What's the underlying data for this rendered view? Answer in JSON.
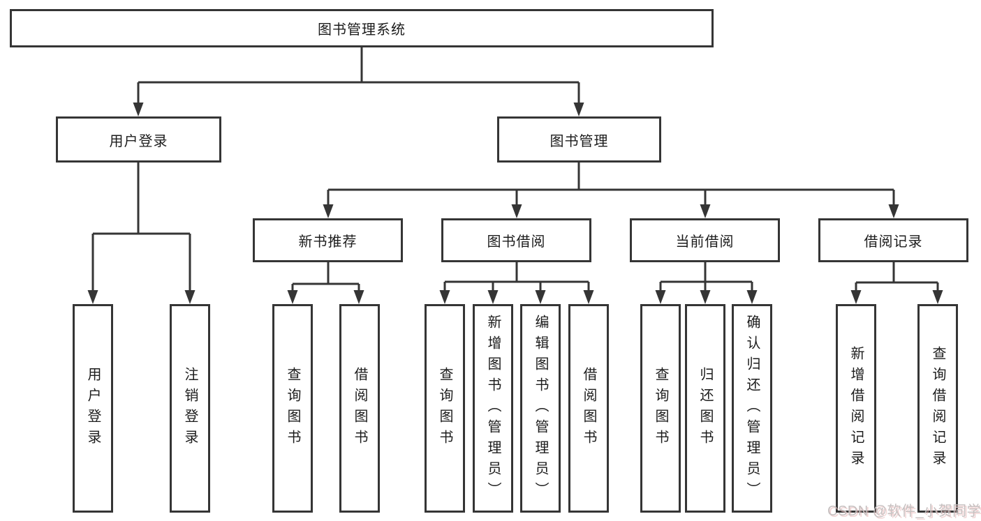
{
  "diagram": {
    "type": "hierarchy-tree",
    "title": "图书管理系统",
    "watermark": "CSDN @软件_小贺同学"
  },
  "colors": {
    "line": "#353535",
    "text": "#1c1c1c",
    "background": "#ffffff",
    "watermark": "#c6c0c0"
  },
  "nodes": {
    "root": "图书管理系统",
    "user_login": "用户登录",
    "book_mgmt": "图书管理",
    "new_book_rec": "新书推荐",
    "book_borrow": "图书借阅",
    "current_borrow": "当前借阅",
    "borrow_records": "借阅记录",
    "leaf_user_login": "用户登录",
    "leaf_logout": "注销登录",
    "leaf_query_book_a": "查询图书",
    "leaf_borrow_book_a": "借阅图书",
    "leaf_query_book_b": "查询图书",
    "leaf_add_book": "新增图书（管理员）",
    "leaf_edit_book": "编辑图书（管理员）",
    "leaf_borrow_book_b": "借阅图书",
    "leaf_query_book_c": "查询图书",
    "leaf_return_book": "归还图书",
    "leaf_confirm_return": "确认归还（管理员）",
    "leaf_add_record": "新增借阅记录",
    "leaf_query_record": "查询借阅记录"
  },
  "edges": [
    [
      "图书管理系统",
      "用户登录"
    ],
    [
      "图书管理系统",
      "图书管理"
    ],
    [
      "用户登录",
      "用户登录"
    ],
    [
      "用户登录",
      "注销登录"
    ],
    [
      "图书管理",
      "新书推荐"
    ],
    [
      "图书管理",
      "图书借阅"
    ],
    [
      "图书管理",
      "当前借阅"
    ],
    [
      "图书管理",
      "借阅记录"
    ],
    [
      "新书推荐",
      "查询图书"
    ],
    [
      "新书推荐",
      "借阅图书"
    ],
    [
      "图书借阅",
      "查询图书"
    ],
    [
      "图书借阅",
      "新增图书（管理员）"
    ],
    [
      "图书借阅",
      "编辑图书（管理员）"
    ],
    [
      "图书借阅",
      "借阅图书"
    ],
    [
      "当前借阅",
      "查询图书"
    ],
    [
      "当前借阅",
      "归还图书"
    ],
    [
      "当前借阅",
      "确认归还（管理员）"
    ],
    [
      "借阅记录",
      "新增借阅记录"
    ],
    [
      "借阅记录",
      "查询借阅记录"
    ]
  ]
}
